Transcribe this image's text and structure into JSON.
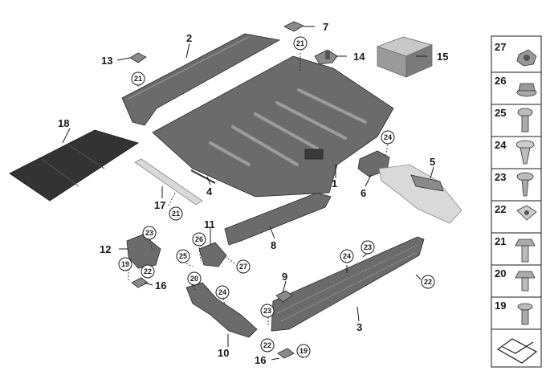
{
  "callouts": {
    "c1": "1",
    "c2": "2",
    "c3": "3",
    "c4": "4",
    "c5": "5",
    "c6": "6",
    "c7": "7",
    "c8": "8",
    "c9": "9",
    "c10": "10",
    "c11": "11",
    "c12": "12",
    "c13": "13",
    "c14": "14",
    "c15": "15",
    "c16a": "16",
    "c16b": "16",
    "c17": "17",
    "c18": "18"
  },
  "circled": {
    "k21a": "21",
    "k21b": "21",
    "k21c": "21",
    "k23a": "23",
    "k23b": "23",
    "k23c": "23",
    "k22a": "22",
    "k22b": "22",
    "k22c": "22",
    "k19a": "19",
    "k19b": "19",
    "k24a": "24",
    "k24b": "24",
    "k24c": "24",
    "k26": "26",
    "k25": "25",
    "k20": "20",
    "k27": "27"
  },
  "sidebar": [
    "27",
    "26",
    "25",
    "24",
    "23",
    "22",
    "21",
    "20",
    "19"
  ],
  "colors": {
    "part": "#6b6b6b",
    "light_part": "#d9d9d9",
    "line": "#1a1a1a"
  }
}
